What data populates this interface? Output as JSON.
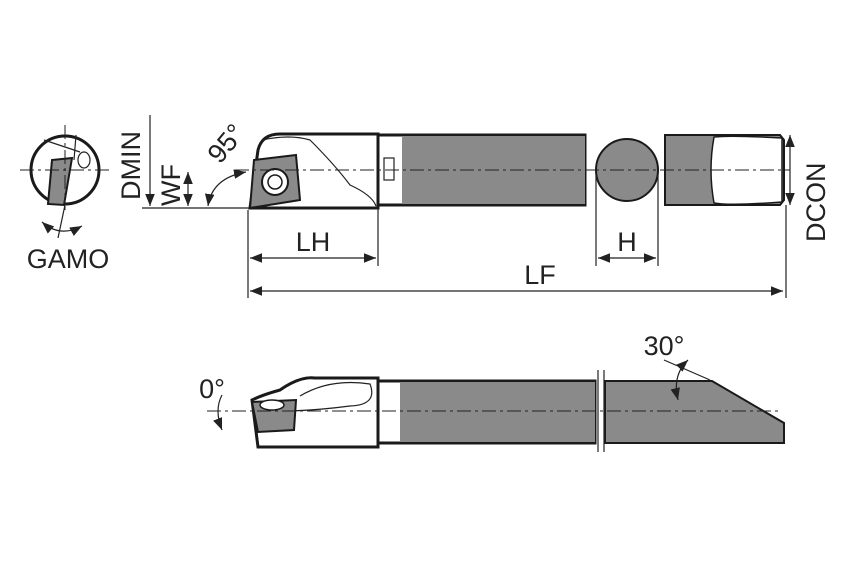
{
  "labels": {
    "gamo": "GAMO",
    "dmin": "DMIN",
    "wf": "WF",
    "approach_angle": "95°",
    "lh": "LH",
    "lf": "LF",
    "h": "H",
    "dcon": "DCON",
    "rake_angle": "0°",
    "chamfer_angle": "30°"
  },
  "colors": {
    "body": "#8a8a8a",
    "line": "#1a1a1a"
  }
}
